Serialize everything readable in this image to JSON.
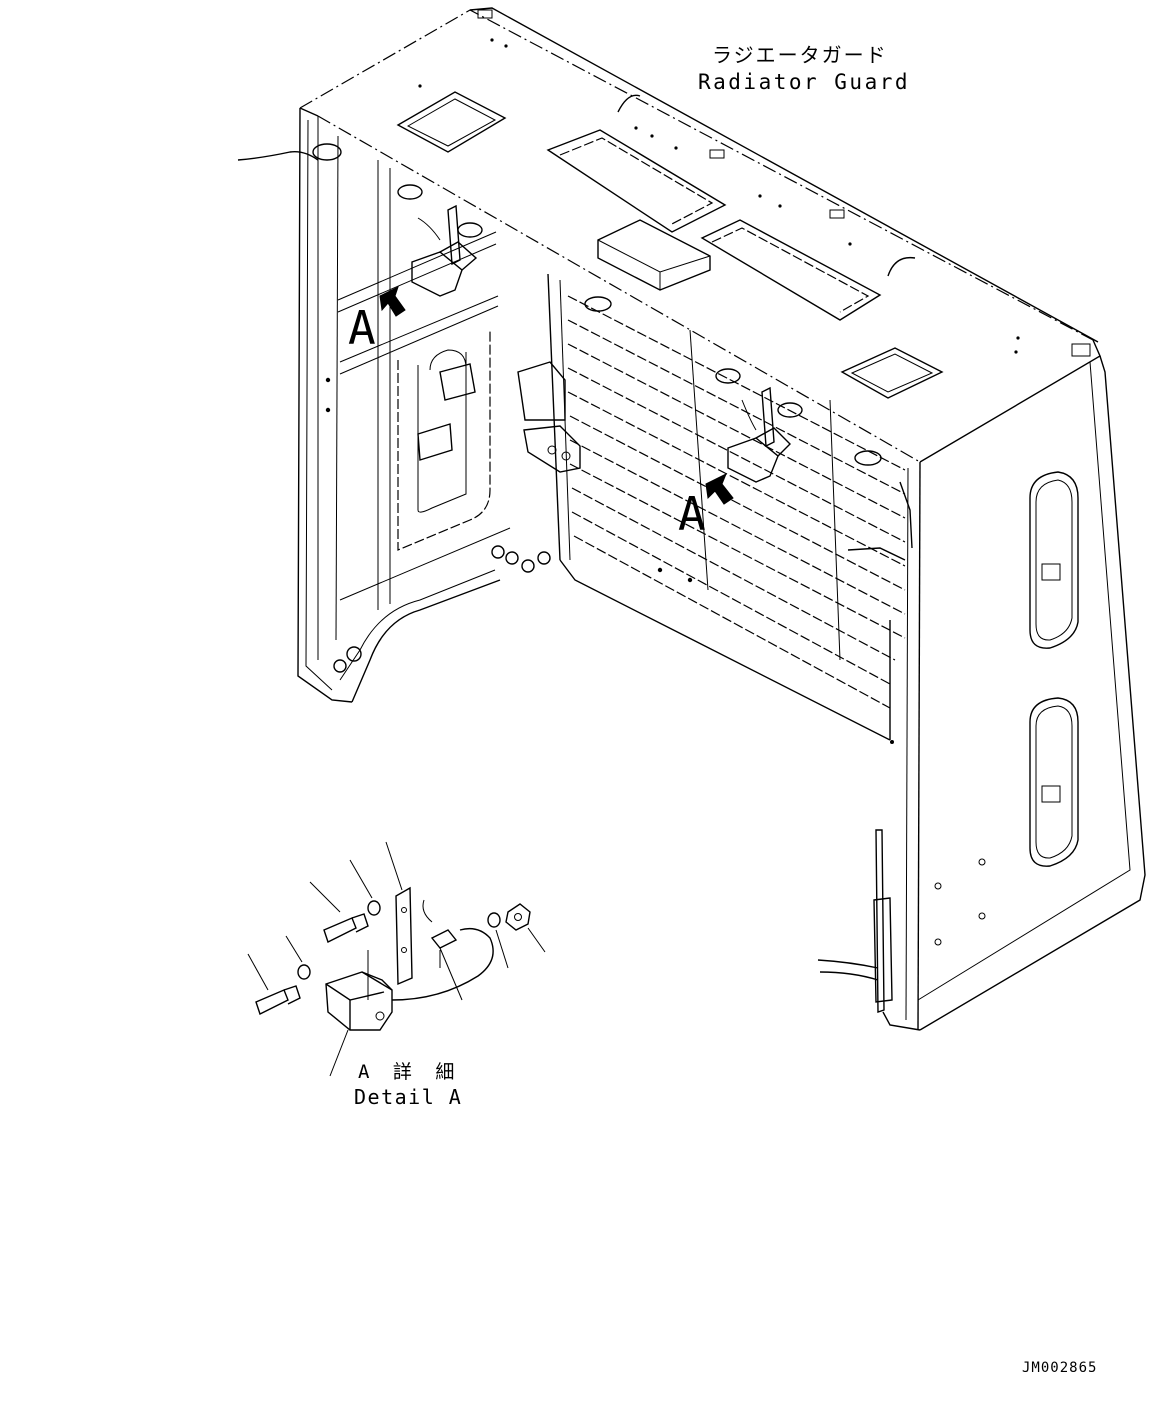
{
  "title": {
    "jp": "ラジエータガード",
    "en": "Radiator Guard"
  },
  "callouts": {
    "marker_left": "A",
    "marker_right": "A"
  },
  "detail": {
    "jp": "A 詳 細",
    "en": "Detail A"
  },
  "drawing_number": "JM002865"
}
